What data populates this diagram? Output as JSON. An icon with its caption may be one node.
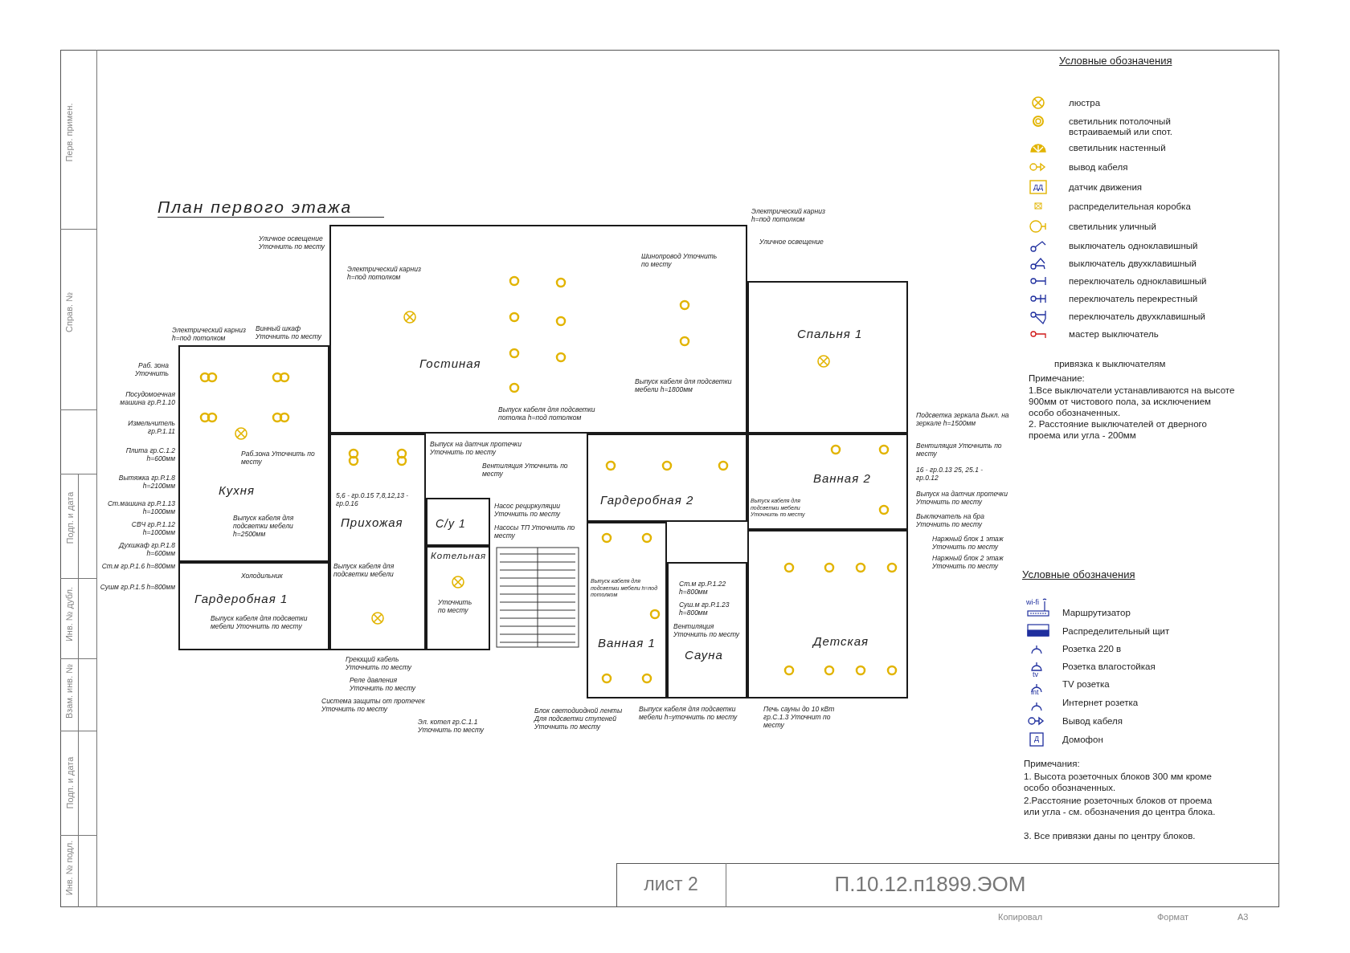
{
  "diagram": {
    "title": "План первого этажа",
    "nodes": [
      {
        "text": [
          "Гостиная"
        ]
      },
      {
        "text": [
          "Спальня 1"
        ]
      },
      {
        "text": [
          "Кухня"
        ]
      },
      {
        "text": [
          "Гардеробная 2"
        ]
      },
      {
        "text": [
          "Ванная 2"
        ]
      },
      {
        "text": [
          "Прихожая"
        ]
      },
      {
        "text": [
          "С/у 1"
        ]
      },
      {
        "text": [
          "Гардеробная 1"
        ]
      },
      {
        "text": [
          "Котельная"
        ]
      },
      {
        "text": [
          "Ванная 1"
        ]
      },
      {
        "text": [
          "Сауна"
        ]
      },
      {
        "text": [
          "Детская"
        ]
      }
    ],
    "labels": [
      "Уличное освещение Уточнить по месту",
      "Электрический карниз h=под потолком",
      "Электрический карниз h=под потолком",
      "Уличное освещение",
      "Шинопровод Уточнить по месту",
      "Электрический карниз h=под потолком",
      "Винный шкаф Уточнить по месту",
      "Раб. зона Уточнить",
      "Посудомоечная машина гр.Р.1.10",
      "Измельчитель гр.Р.1.11",
      "Плита гр.С.1.2 h=600мм",
      "Вытяжка гр.Р.1.8 h=2100мм",
      "Ст.машина гр.Р.1.13 h=1000мм",
      "СВЧ гр.Р.1.12 h=1000мм",
      "Духшкаф гр.Р.1.8 h=600мм",
      "Ст.м гр.Р.1.6 h=800мм",
      "Сушм гр.Р.1.5 h=800мм",
      "Раб.зона Уточнить по месту",
      "Выпуск кабеля для подсветки мебели h=2500мм",
      "Холодильник",
      "Выпуск кабеля для подсветки мебели Уточнить по месту",
      "5,6 - гр.0.15 7,8,12,13 - гр.0.16",
      "Выпуск кабеля для подсветки мебели",
      "Выпуск на датчик протечки Уточнить по месту",
      "Выпуск кабеля для подсветки потолка h=под потолком",
      "Вентиляция Уточнить по месту",
      "Насос рециркуляции Уточнить по месту",
      "Насосы ТП Уточнить по месту",
      "Выпуск кабеля для подсветки мебели h=1800мм",
      "Уточнить по месту",
      "Греющий кабель Уточнить по месту",
      "Реле давления Уточнить по месту",
      "Система защиты от протечек Уточнить по месту",
      "Эл. котел гр.С.1.1 Уточнить по месту",
      "Блок светодиодной ленты Для подсветки ступеней Уточнить по месту",
      "Выпуск кабеля для подсветки мебели h=уточнить по месту",
      "Выпуск кабеля для подсветки мебели h=под потолком",
      "Ст.м гр.Р.1.22 h=800мм",
      "Суш.м гр.Р.1.23 h=800мм",
      "Вентиляция Уточнить по месту",
      "Печь сауны до 10 кВт гр.С.1.3 Уточнит по месту",
      "Выпуск кабеля для подсветки мебели Уточнить по месту",
      "Подсветка зеркала Выкл. на зеркале h=1500мм",
      "Вентиляция Уточнить по месту",
      "16 - гр.0.13 25, 25.1 - гр.0.12",
      "Выпуск на датчик протечки Уточнить по месту",
      "Выключатель на бра Уточнить по месту",
      "Наржный блок 1 этаж Уточнить по месту",
      "Наржный блок 2 этаж Уточнить по месту",
      "Условные обозначения",
      "привязка к выключателям",
      "Примечание:",
      "1.Все выключатели устанавливаются на высоте 900мм от чистового пола, за исключением особо обозначенных.",
      "2. Расстояние выключателей от дверного проема или угла - 200мм",
      "Условные обозначения",
      "Примечания:",
      "1. Высота розеточных блоков 300 мм кроме особо обозначенных.",
      "2.Расстояние розеточных блоков от проема или угла - см. обозначения до центра блока.",
      "3. Все привязки даны по центру блоков.",
      "лист 2",
      "П.10.12.п1899.ЭОМ",
      "Копировал",
      "Формат",
      "А3",
      "Перв. примен.",
      "Справ. №",
      "Подп. и дата",
      "Инв. № дубл.",
      "Взам. инв. №",
      "Подп. и дата",
      "Инв. № подл.",
      "wi-fi",
      "tv",
      "int",
      "ДД",
      "Д"
    ],
    "legend": [
      {
        "text": "люстра"
      },
      {
        "text": "светильник потолочный встраиваемый или спот."
      },
      {
        "text": "светильник настенный"
      },
      {
        "text": "вывод кабеля"
      },
      {
        "text": "датчик движения"
      },
      {
        "text": "распределительная коробка"
      },
      {
        "text": "светильник уличный"
      },
      {
        "text": "выключатель одноклавишный"
      },
      {
        "text": "выключатель двухклавишный"
      },
      {
        "text": "переключатель одноклавишный"
      },
      {
        "text": "переключатель перекрестный"
      },
      {
        "text": "переключатель двухклавишный"
      },
      {
        "text": "мастер выключатель"
      },
      {
        "text": "Маршрутизатор"
      },
      {
        "text": "Распределительный щит"
      },
      {
        "text": "Розетка 220 в"
      },
      {
        "text": "Розетка влагостойкая"
      },
      {
        "text": "TV розетка"
      },
      {
        "text": "Интернет розетка"
      },
      {
        "text": "Вывод кабеля"
      },
      {
        "text": "Домофон"
      }
    ]
  }
}
